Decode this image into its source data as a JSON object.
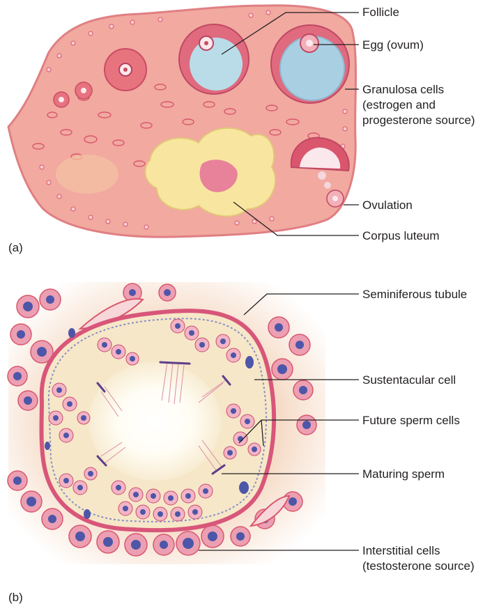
{
  "panel_a": {
    "letter": "(a)",
    "labels": {
      "follicle": "Follicle",
      "egg": "Egg (ovum)",
      "granulosa_1": "Granulosa cells",
      "granulosa_2": "(estrogen and",
      "granulosa_3": "progesterone source)",
      "ovulation": "Ovulation",
      "corpus_luteum": "Corpus luteum"
    }
  },
  "panel_b": {
    "letter": "(b)",
    "labels": {
      "seminiferous_tubule": "Seminiferous tubule",
      "sustentacular_cell": "Sustentacular cell",
      "future_sperm": "Future sperm cells",
      "maturing_sperm": "Maturing sperm",
      "interstitial_1": "Interstitial cells",
      "interstitial_2": "(testosterone source)"
    }
  },
  "colors": {
    "ovary_tissue": "#f1a9a0",
    "ovary_edge": "#e48a86",
    "follicle_ring": "#d9566d",
    "antrum": "#b9dce8",
    "corpus_luteum": "#f8e6a0",
    "tubule_wall": "#d8567a",
    "sustentacular": "#f6e7c8",
    "nucleus": "#4d56a8",
    "cell_pink": "#f3b4c4"
  }
}
